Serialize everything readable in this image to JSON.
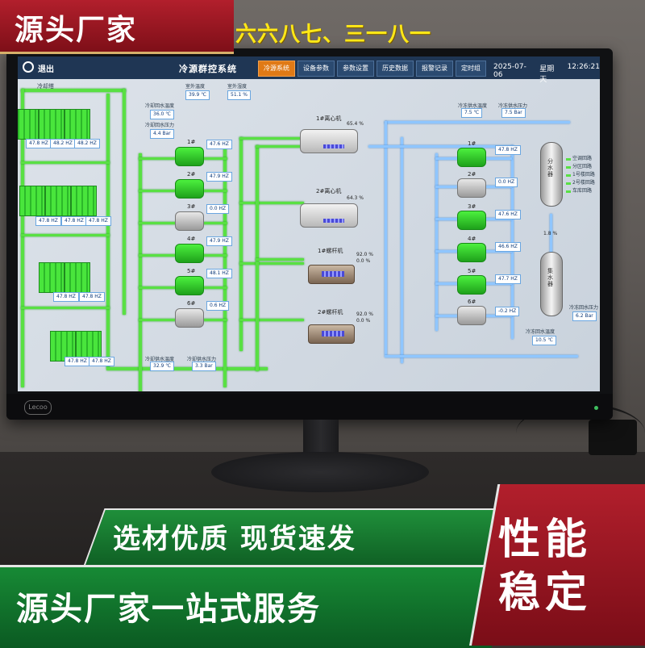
{
  "promo": {
    "top_banner": "源头厂家",
    "phone": "六六八七、三一八一",
    "green_banner": "选材优质 现货速发",
    "bottom_banner": "源头厂家一站式服务",
    "corner_line1": "性能",
    "corner_line2": "稳定"
  },
  "monitor": {
    "brand": "Lecoo"
  },
  "header": {
    "exit_label": "退出",
    "system_title": "冷源群控系统",
    "tabs": [
      "冷源系统",
      "设备参数",
      "参数设置",
      "历史数据",
      "报警记录",
      "定时组"
    ],
    "active_tab": "冷源系统",
    "date": "2025-07-06",
    "weekday": "星期天",
    "time": "12:26:21"
  },
  "cooling": {
    "title": "冷却塔",
    "towers": [
      {
        "hz_a": "47.8 HZ",
        "hz_b": "48.2 HZ",
        "hz_c": "48.2 HZ"
      },
      {
        "hz_a": "47.8 HZ",
        "hz_b": "47.8 HZ",
        "hz_c": "47.8 HZ"
      },
      {
        "hz_a": "47.8 HZ",
        "hz_b": "47.8 HZ"
      },
      {
        "hz_a": "47.8 HZ",
        "hz_b": "47.8 HZ"
      }
    ],
    "outdoor_temp_label": "室外温度",
    "outdoor_temp": "39.9 ℃",
    "outdoor_hum_label": "室外湿度",
    "outdoor_hum": "51.1 %",
    "return_temp_label": "冷却回水温度",
    "return_temp": "36.0 ℃",
    "return_press_label": "冷却回水压力",
    "return_press": "4.4 Bar",
    "supply_temp_label": "冷却供水温度",
    "supply_temp": "32.9 ℃",
    "supply_press_label": "冷却供水压力",
    "supply_press": "3.3 Bar"
  },
  "cooling_pumps": [
    {
      "name": "1#",
      "hz": "47.6 HZ",
      "running": true
    },
    {
      "name": "2#",
      "hz": "47.9 HZ",
      "running": true
    },
    {
      "name": "3#",
      "hz": "0.0 HZ",
      "running": false
    },
    {
      "name": "4#",
      "hz": "47.9 HZ",
      "running": true
    },
    {
      "name": "5#",
      "hz": "48.1 HZ",
      "running": true
    },
    {
      "name": "6#",
      "hz": "0.6 HZ",
      "running": false
    }
  ],
  "chillers": [
    {
      "name": "1#离心机",
      "pct_a": "65.4 %",
      "pct_b": ""
    },
    {
      "name": "2#离心机",
      "pct_a": "64.3 %",
      "pct_b": ""
    },
    {
      "name": "1#螺杆机",
      "pct_a": "92.0 %",
      "pct_b": "0.0 %"
    },
    {
      "name": "2#螺杆机",
      "pct_a": "92.0 %",
      "pct_b": "0.0 %"
    }
  ],
  "chilled": {
    "supply_temp_label": "冷冻供水温度",
    "supply_temp": "7.5 ℃",
    "supply_press_label": "冷冻供水压力",
    "supply_press": "7.5 Bar",
    "return_temp_label": "冷冻回水温度",
    "return_temp": "10.5 ℃",
    "return_press_label": "冷冻回水压力",
    "return_press": "6.2 Bar",
    "bypass": "1.8 %"
  },
  "chilled_pumps": [
    {
      "name": "1#",
      "hz": "47.8 HZ",
      "running": true
    },
    {
      "name": "2#",
      "hz": "0.0 HZ",
      "running": false
    },
    {
      "name": "3#",
      "hz": "47.6 HZ",
      "running": true
    },
    {
      "name": "4#",
      "hz": "46.6 HZ",
      "running": true
    },
    {
      "name": "5#",
      "hz": "47.7 HZ",
      "running": true
    },
    {
      "name": "6#",
      "hz": "-0.2 HZ",
      "running": false
    }
  ],
  "vessels": {
    "upper": "分水器",
    "lower": "集水器",
    "legend": [
      "空调回路",
      "分区回路",
      "1号楼回路",
      "2号楼回路",
      "车库回路"
    ]
  },
  "colors": {
    "pipe_green": "#59e043",
    "pipe_blue": "#8fc6ff",
    "header_bg": "#1f3654",
    "active_tab": "#e07a16",
    "promo_red": "#b21f2c",
    "promo_green": "#178a35"
  }
}
